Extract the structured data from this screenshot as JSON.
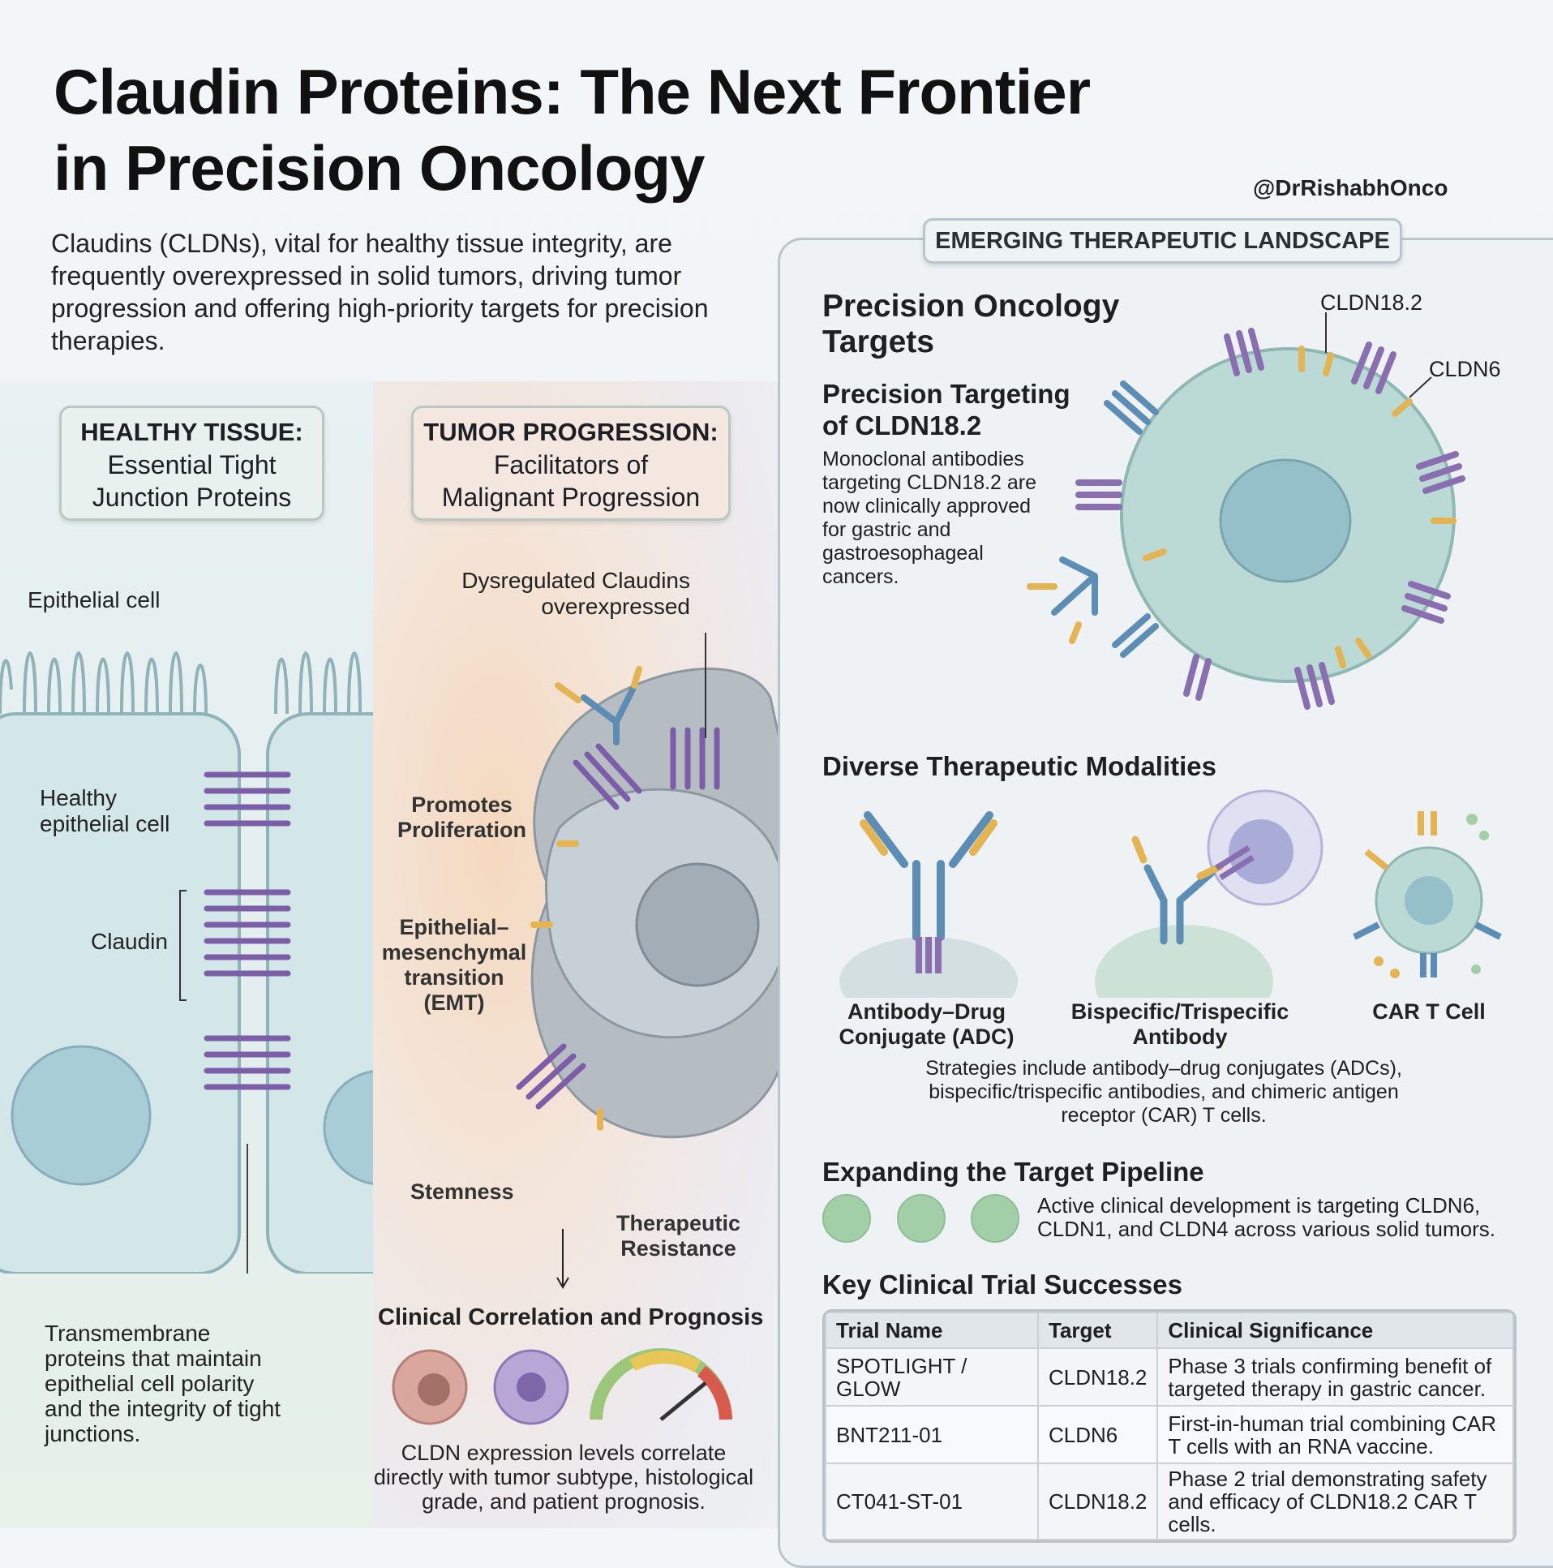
{
  "title": {
    "line1": "Claudin Proteins: The Next Frontier",
    "line2": "in Precision Oncology"
  },
  "handle": "@DrRishabhOnco",
  "intro": "Claudins (CLDNs), vital for healthy tissue integrity, are frequently overexpressed in solid tumors, driving tumor progression and offering high-priority targets for precision therapies.",
  "healthy": {
    "box_title": "HEALTHY TISSUE:",
    "box_sub1": "Essential Tight",
    "box_sub2": "Junction Proteins",
    "epithelial_cell": "Epithelial cell",
    "healthy_cell_1": "Healthy",
    "healthy_cell_2": "epithelial cell",
    "claudin": "Claudin",
    "caption": "Transmembrane proteins that maintain epithelial cell polarity and the integrity of tight junctions."
  },
  "tumor": {
    "box_title": "TUMOR PROGRESSION:",
    "box_sub1": "Facilitators of",
    "box_sub2": "Malignant Progression",
    "dysregulated_1": "Dysregulated Claudins",
    "dysregulated_2": "overexpressed",
    "proliferation_1": "Promotes",
    "proliferation_2": "Proliferation",
    "emt_1": "Epithelial–",
    "emt_2": "mesenchymal",
    "emt_3": "transition",
    "emt_4": "(EMT)",
    "stemness": "Stemness",
    "resistance_1": "Therapeutic",
    "resistance_2": "Resistance",
    "clinical_title": "Clinical Correlation and Prognosis",
    "clinical_text": "CLDN expression levels correlate directly with tumor subtype, histological grade, and patient prognosis."
  },
  "landscape": {
    "label": "EMERGING THERAPEUTIC LANDSCAPE",
    "targets_title_1": "Precision Oncology",
    "targets_title_2": "Targets",
    "cldn182_title_1": "Precision Targeting",
    "cldn182_title_2": "of CLDN18.2",
    "cldn182_text": "Monoclonal antibodies targeting CLDN18.2 are now clinically approved for gastric and gastroesophageal cancers.",
    "label_cldn182": "CLDN18.2",
    "label_cldn6": "CLDN6",
    "modalities_title": "Diverse Therapeutic Modalities",
    "modalities": [
      {
        "l1": "Antibody–Drug",
        "l2": "Conjugate (ADC)"
      },
      {
        "l1": "Bispecific/Trispecific",
        "l2": "Antibody"
      },
      {
        "l1": "CAR T Cell",
        "l2": ""
      }
    ],
    "modalities_text": "Strategies include antibody–drug conjugates (ADCs), bispecific/trispecific antibodies, and chimeric antigen receptor (CAR) T cells.",
    "pipeline_title": "Expanding the Target Pipeline",
    "pipeline_text": "Active clinical development is targeting CLDN6, CLDN1, and CLDN4 across various solid tumors.",
    "trials_title": "Key Clinical Trial Successes",
    "trials_headers": [
      "Trial Name",
      "Target",
      "Clinical Significance"
    ],
    "trials": [
      [
        "SPOTLIGHT / GLOW",
        "CLDN18.2",
        "Phase 3 trials confirming benefit of targeted therapy in gastric cancer."
      ],
      [
        "BNT211-01",
        "CLDN6",
        "First-in-human trial combining CAR T cells with an RNA vaccine."
      ],
      [
        "CT041-ST-01",
        "CLDN18.2",
        "Phase 2 trial demonstrating safety and efficacy of CLDN18.2 CAR T cells."
      ]
    ]
  },
  "colors": {
    "claudin": "#8a6fb0",
    "antibody_blue": "#5b8db5",
    "antibody_gold": "#e3b451",
    "cell": "#b7d6d4",
    "pipeline": "#a3cfa8"
  }
}
